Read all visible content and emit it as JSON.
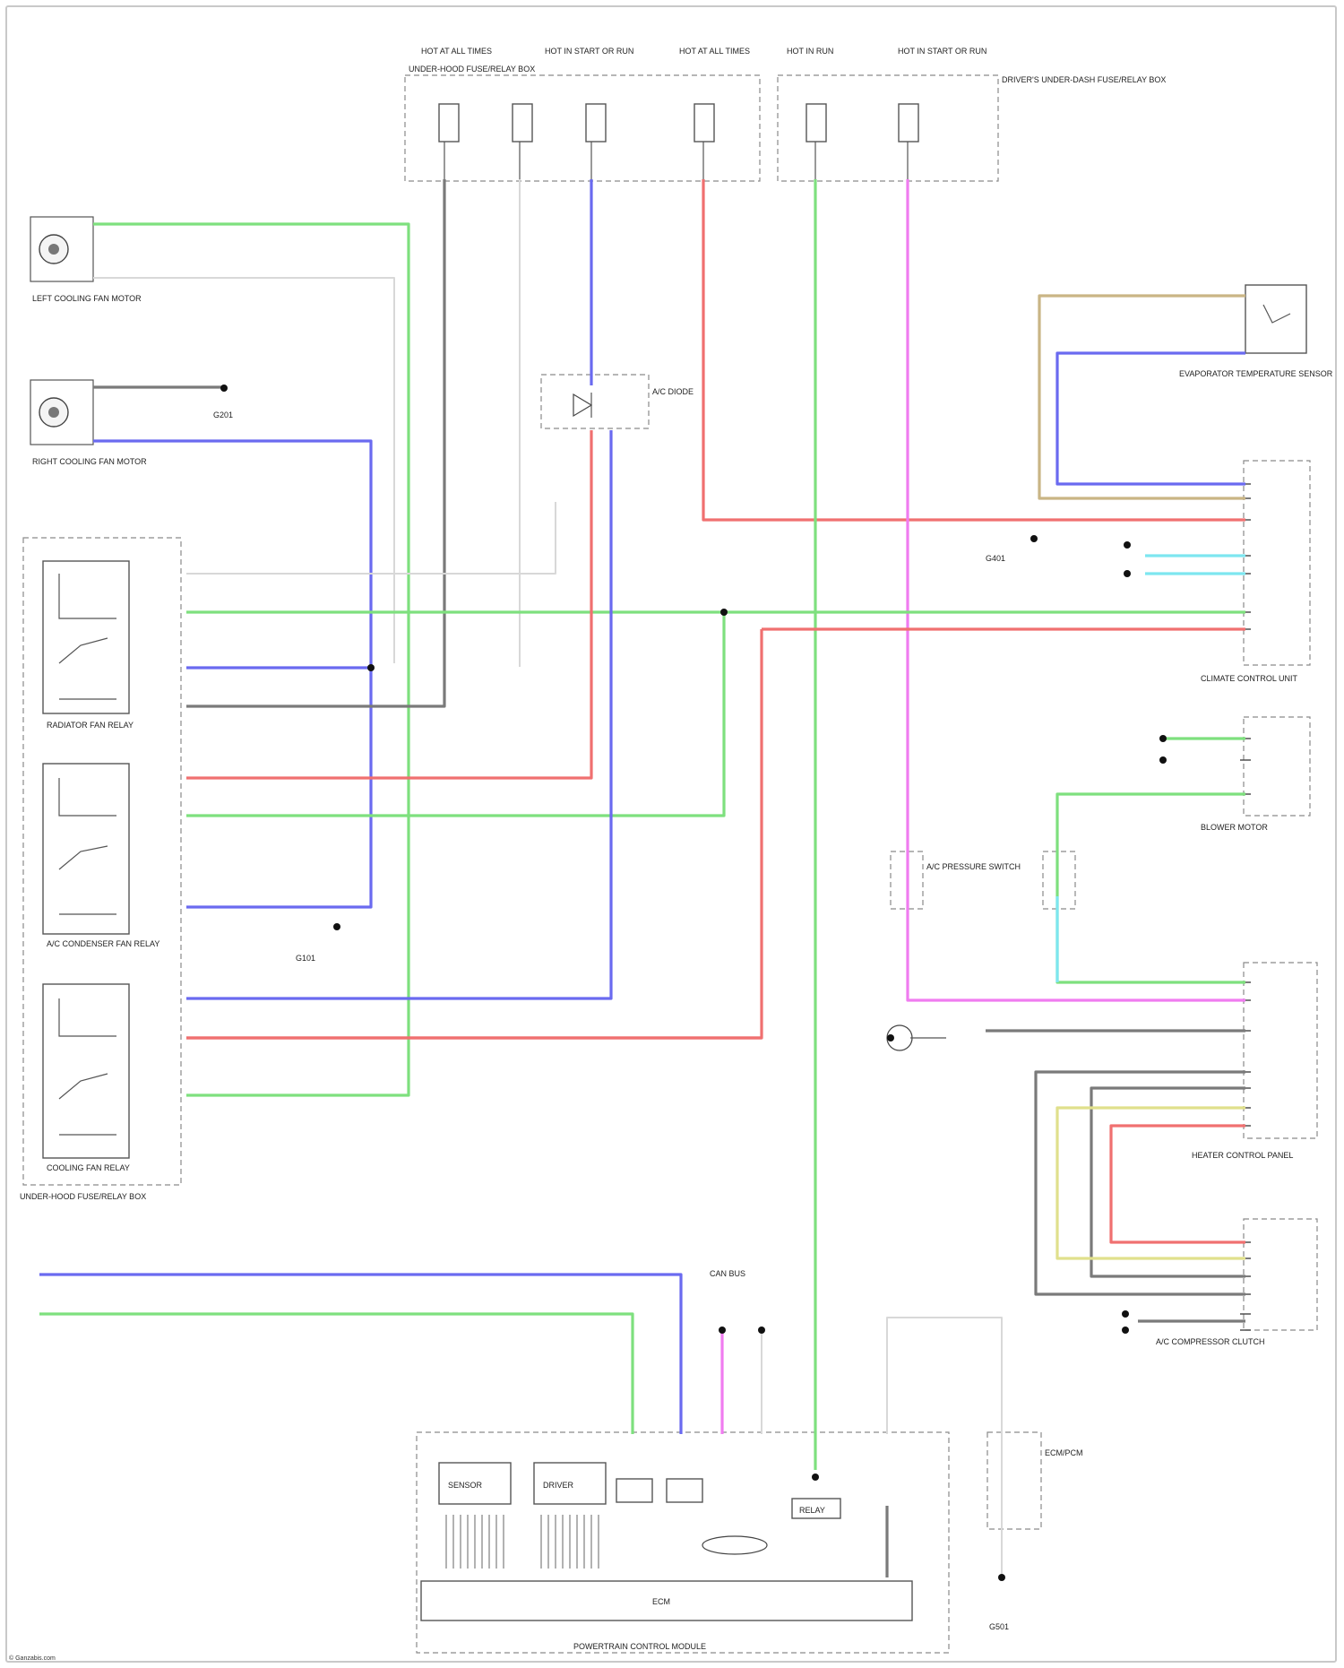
{
  "diagram": {
    "fuse_labels": [
      "HOT AT ALL TIMES",
      "HOT IN START OR RUN",
      "HOT AT ALL TIMES",
      "HOT IN RUN",
      "HOT IN START OR RUN"
    ],
    "components": {
      "underhood_fuse_box": "UNDER-HOOD FUSE/RELAY BOX",
      "instrument_panel_box": "DRIVER'S UNDER-DASH FUSE/RELAY BOX",
      "left_sensor": "LEFT COOLING FAN MOTOR",
      "right_sensor": "RIGHT COOLING FAN MOTOR",
      "fan_relay_1": "RADIATOR FAN RELAY",
      "fan_relay_2": "A/C CONDENSER FAN RELAY",
      "fan_relay_3": "COOLING FAN RELAY",
      "relay_group": "UNDER-HOOD FUSE/RELAY BOX",
      "diode": "A/C DIODE",
      "pressure_switch": "A/C PRESSURE SWITCH",
      "ecm": "ECM/PCM",
      "compressor_clutch": "A/C COMPRESSOR CLUTCH",
      "evap_temp_sensor": "EVAPORATOR TEMPERATURE SENSOR",
      "blower": "BLOWER MOTOR",
      "climate_control": "CLIMATE CONTROL UNIT",
      "hvac_unit": "HEATER CONTROL PANEL",
      "ground": "G101",
      "ground_2": "G201",
      "ground_3": "G401",
      "ground_4": "G501",
      "module_a": "SENSOR",
      "module_b": "DRIVER",
      "ecm_core": "ECM",
      "ecm_label": "POWERTRAIN CONTROL MODULE",
      "ecm_relay": "RELAY",
      "can_label": "CAN BUS"
    },
    "wire_colors": {
      "grn": "#7ee07e",
      "blu": "#6a6af0",
      "red": "#f07070",
      "pnk": "#f07cf0",
      "cyn": "#7de6f0",
      "brn": "#c9b585",
      "yel": "#e0e08c",
      "gry": "#7a7a7a",
      "wht": "#d8d8d8"
    },
    "footer": "© Ganzabis.com"
  }
}
